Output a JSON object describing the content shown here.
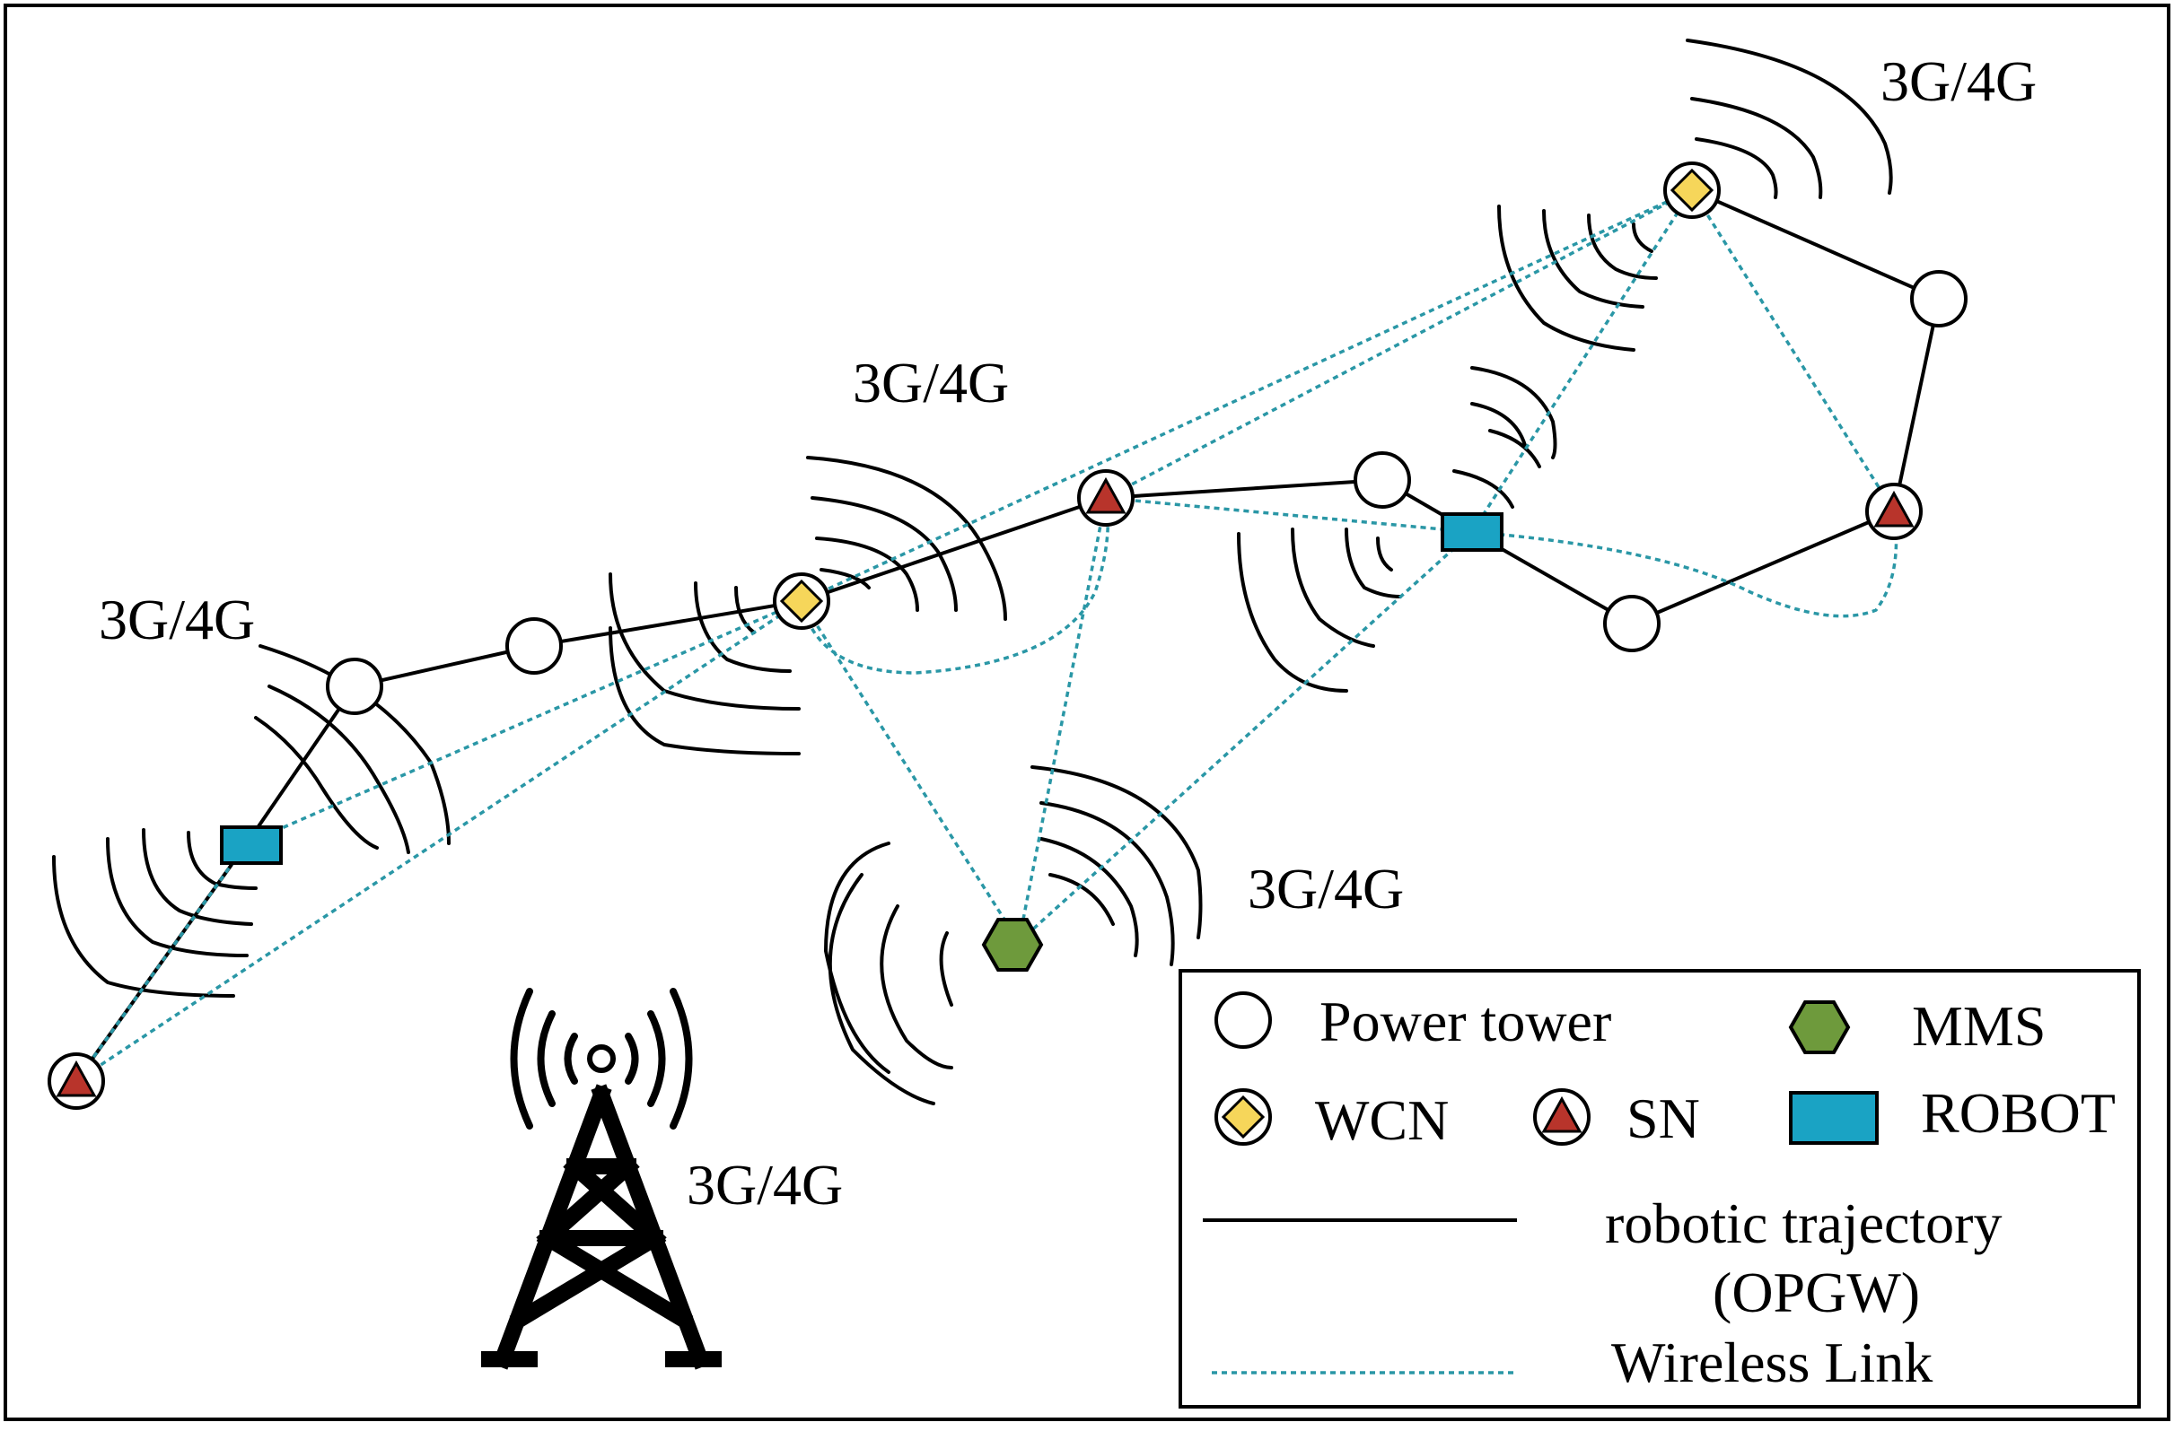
{
  "network_labels": [
    "3G/4G",
    "3G/4G",
    "3G/4G",
    "3G/4G",
    "3G/4G"
  ],
  "legend": {
    "power_tower": "Power tower",
    "mms": "MMS",
    "wcn": "WCN",
    "sn": "SN",
    "robot": "ROBOT",
    "trajectory_line1": "robotic trajectory",
    "trajectory_line2": "(OPGW)",
    "wireless_link": "Wireless Link"
  },
  "colors": {
    "robot": "#1aa3c4",
    "mms": "#6e9a3c",
    "wcn": "#f6d65a",
    "sn": "#b8342b",
    "wireless": "#2a97a6",
    "trajectory": "#000000"
  }
}
